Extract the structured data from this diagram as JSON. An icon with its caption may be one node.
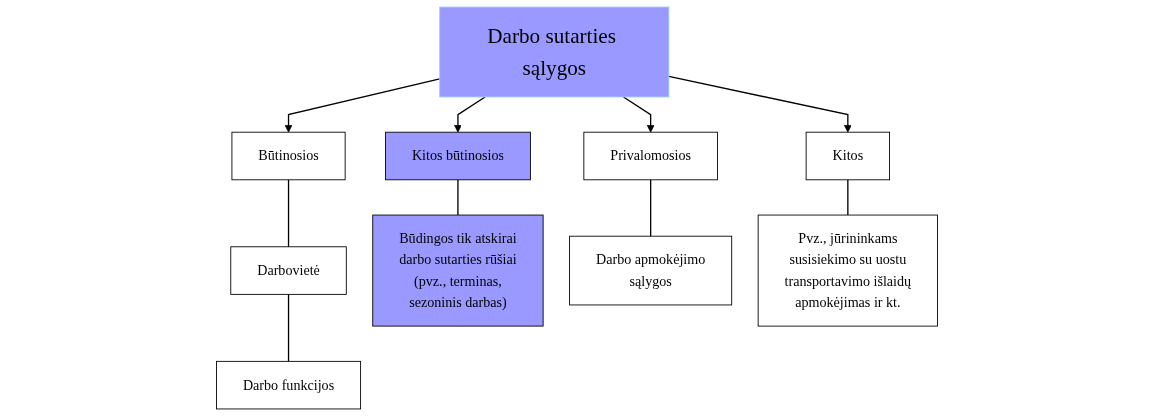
{
  "diagram": {
    "nodes": [
      {
        "text": [
          "Darbo sutarties sąlygos"
        ]
      },
      {
        "text": [
          "Būtinosios"
        ]
      },
      {
        "text": [
          "Kitos būtinosios"
        ]
      },
      {
        "text": [
          "Privalomosios"
        ]
      },
      {
        "text": [
          "Kitos"
        ]
      },
      {
        "text": [
          "Darbovietė"
        ]
      },
      {
        "text": [
          "Darbo funkcijos"
        ]
      },
      {
        "text": [
          "Būdingos tik atskirai darbo sutarties rūšiai (pvz., terminas, sezoninis darbas)"
        ]
      },
      {
        "text": [
          "Darbo apmokėjimo sąlygos"
        ]
      },
      {
        "text": [
          "Pvz., jūrininkams susisiekimo su uostu transportavimo išlaidų apmokėjimas ir kt."
        ]
      }
    ],
    "edges": [
      {
        "from": 0,
        "to": 1,
        "arrow": "to"
      },
      {
        "from": 0,
        "to": 2,
        "arrow": "to"
      },
      {
        "from": 0,
        "to": 3,
        "arrow": "to"
      },
      {
        "from": 0,
        "to": 4,
        "arrow": "to"
      },
      {
        "from": 1,
        "to": 5,
        "arrow": "none"
      },
      {
        "from": 5,
        "to": 6,
        "arrow": "none"
      },
      {
        "from": 2,
        "to": 7,
        "arrow": "none"
      },
      {
        "from": 3,
        "to": 8,
        "arrow": "none"
      },
      {
        "from": 4,
        "to": 9,
        "arrow": "none"
      }
    ]
  }
}
